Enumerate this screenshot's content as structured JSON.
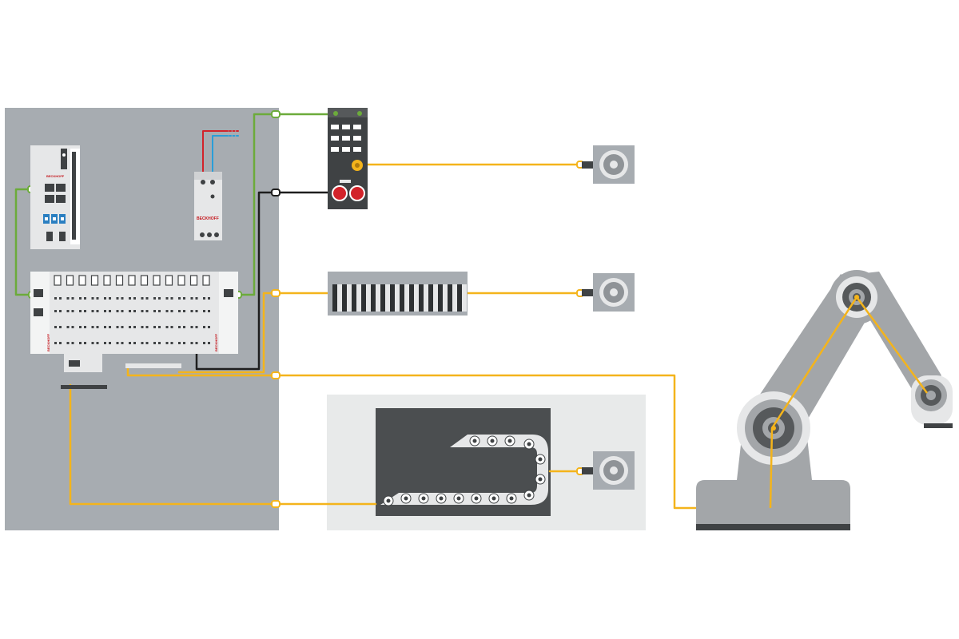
{
  "labels": {
    "pc_brand": "BECKHOFF",
    "psu_brand": "BECKHOFF",
    "terminal_brand": "BECKHOFF",
    "end_brand": "BECKHOFF"
  },
  "colors": {
    "cabinet": "#a7acb1",
    "device_light": "#e6e7e8",
    "device_dark": "#3f4244",
    "ethercat_green": "#6cab3b",
    "power_black": "#1e1e1e",
    "signal_yellow": "#f4b41b",
    "brand_red": "#c4161c",
    "robot_grey": "#a3a6a9",
    "drag_area": "#e8eaea",
    "drag_box": "#4b4e50"
  },
  "icons": {
    "connector": "cable-plug-icon",
    "motor": "servo-motor-icon",
    "ethernet": "ethernet-port-icon",
    "usb": "usb-port-icon"
  }
}
